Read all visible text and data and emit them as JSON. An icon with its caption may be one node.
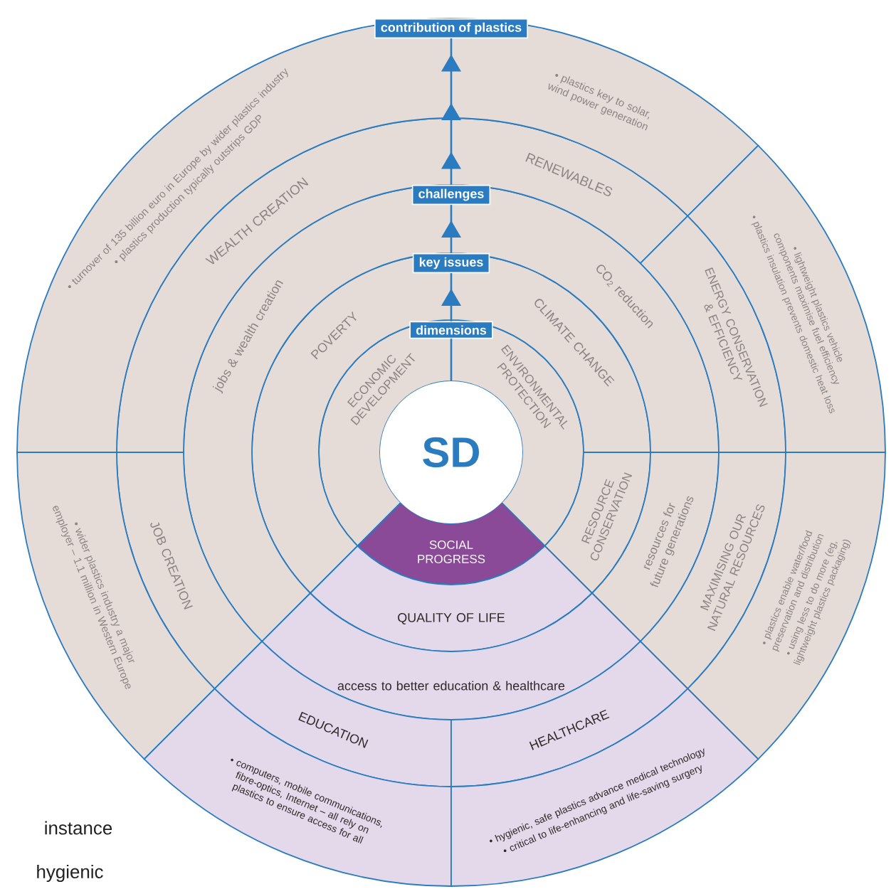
{
  "diagram": {
    "nodes": [
      {
        "text": [
          "contribution of plastics"
        ]
      },
      {
        "text": [
          "challenges"
        ]
      },
      {
        "text": [
          "key issues"
        ]
      },
      {
        "text": [
          "dimensions"
        ]
      },
      {
        "text": [
          "SD"
        ]
      },
      {
        "text": [
          "ECONOMIC DEVELOPMENT"
        ]
      },
      {
        "text": [
          "ENVIRONMENTAL PROTECTION"
        ]
      },
      {
        "text": [
          "SOCIAL PROGRESS"
        ]
      },
      {
        "text": [
          "POVERTY"
        ]
      },
      {
        "text": [
          "CLIMATE CHANGE"
        ]
      },
      {
        "text": [
          "RESOURCE CONSERVATION"
        ]
      },
      {
        "text": [
          "QUALITY OF LIFE"
        ]
      },
      {
        "text": [
          "jobs & wealth creation"
        ]
      },
      {
        "text": [
          "CO$_{2}$ reduction"
        ]
      },
      {
        "text": [
          "resources for future generations"
        ]
      },
      {
        "text": [
          "access to better education & healthcare"
        ]
      },
      {
        "text": [
          "WEALTH CREATION"
        ]
      },
      {
        "text": [
          "RENEWABLES"
        ]
      },
      {
        "text": [
          "ENERGY CONSERVATION & EFFICIENCY"
        ]
      },
      {
        "text": [
          "MAXIMISING OUR NATURAL RESOURCES"
        ]
      },
      {
        "text": [
          "JOB CREATION"
        ]
      },
      {
        "text": [
          "EDUCATION"
        ]
      },
      {
        "text": [
          "HEALTHCARE"
        ]
      },
      {
        "text": [
          "• turnover of 135 billion euro in Europe by wider plastics industry",
          "• plastics production typically outstrips GDP"
        ]
      },
      {
        "text": [
          "• plastics key to solar, wind power generation"
        ]
      },
      {
        "text": [
          "• lightweight plastics vehicle components maximise fuel efficiency",
          "• plastics insulation prevents domestic heat loss"
        ]
      },
      {
        "text": [
          "• plastics enable water/food preservation and distribution",
          "• using less to do more (eg, lightweight plastics packaging)"
        ]
      },
      {
        "text": [
          "• wider plastics industry a major employer – 1.1 million in Western Europe"
        ]
      },
      {
        "text": [
          "• computers, mobile communications, fibre-optics, Internet – all rely on plastics to ensure access for all"
        ]
      },
      {
        "text": [
          "• hygienic, safe plastics advance medical technology",
          "• critical to life-enhancing and life-saving surgery"
        ]
      }
    ],
    "edges": [
      {
        "from": 4,
        "to": 3,
        "arrow": "none"
      },
      {
        "from": 3,
        "to": 2,
        "arrow": "to"
      },
      {
        "from": 2,
        "to": 1,
        "arrow": "to"
      },
      {
        "from": 1,
        "to": 0,
        "arrow": "to"
      }
    ],
    "labels": [
      "instance",
      "hygienic"
    ]
  }
}
